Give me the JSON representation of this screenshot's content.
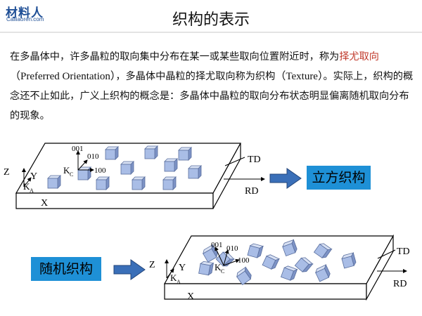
{
  "logo": {
    "text_cn": "材料人",
    "text_en": "Cailiaoren.com"
  },
  "title": "织构的表示",
  "paragraph": {
    "part1": "在多晶体中，许多晶粒的取向集中分布在某一或某些取向位置附近时，称为",
    "highlight": "择尤取向",
    "part2_latin": "（Preferred Orientation）",
    "part3": "，多晶体中晶粒的择尤取向称为织构",
    "part4_latin": "（Texture）",
    "part5": "。实际上，织构的概念还不止如此，广义上织构的概念是：多晶体中晶粒的取向分布状态明显偏离随机取向分布的现象。"
  },
  "diagram_top": {
    "labels": {
      "z": "Z",
      "y": "Y",
      "x": "X",
      "ka": "K",
      "ka_sub": "A",
      "kc": "K",
      "kc_sub": "C",
      "dir001": "001",
      "dir010": "010",
      "dir100": "100",
      "td": "TD",
      "rd": "RD"
    },
    "result_label": "立方织构"
  },
  "diagram_bottom": {
    "labels": {
      "z": "Z",
      "y": "Y",
      "x": "X",
      "ka": "K",
      "ka_sub": "A",
      "kc": "K",
      "kc_sub": "C",
      "dir001": "001",
      "dir010": "010",
      "dir100": "100",
      "td": "TD",
      "rd": "RD"
    },
    "source_label": "随机织构"
  },
  "colors": {
    "accent_blue": "#1e90d6",
    "arrow_fill": "#3a6fb8",
    "cube_face": "#a9bde6",
    "red_text": "#c0392b"
  }
}
